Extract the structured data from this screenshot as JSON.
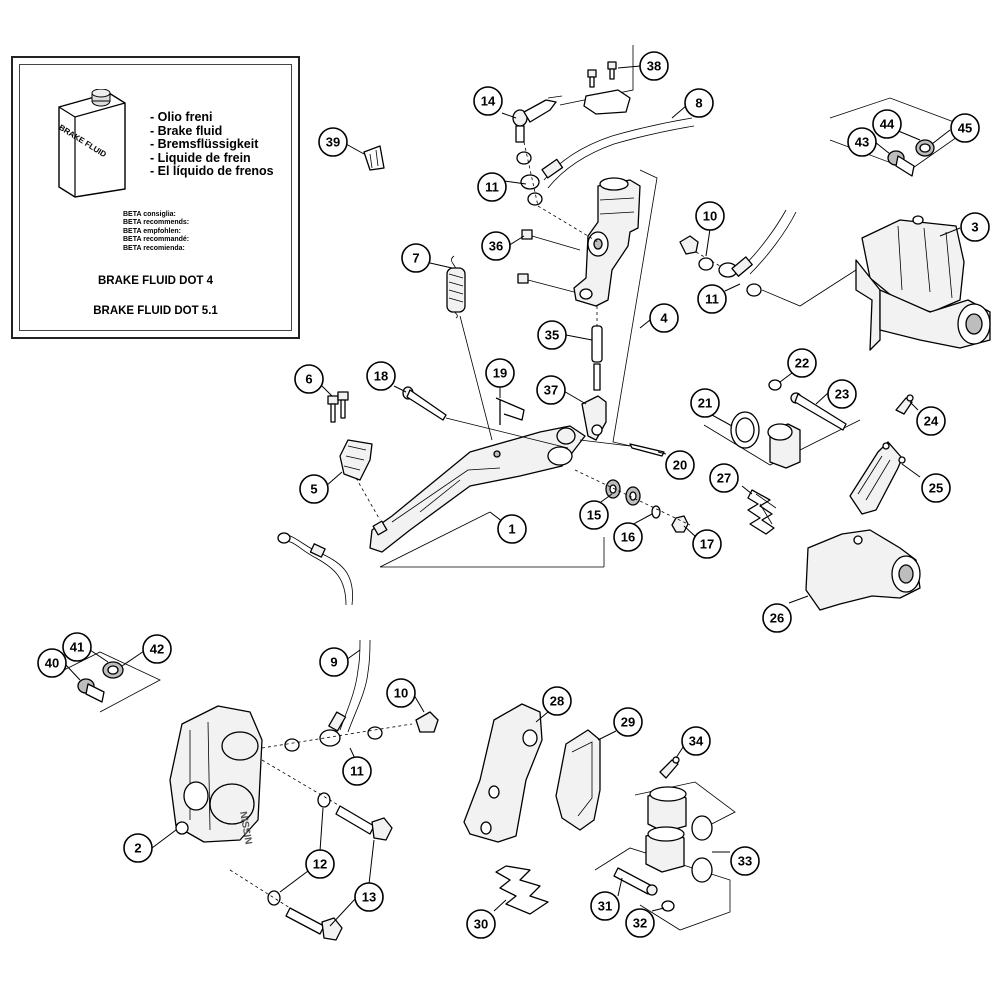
{
  "info_box": {
    "can_label": "BRAKE FLUID",
    "languages": [
      "- Olio freni",
      "- Brake fluid",
      "- Bremsflüssigkeit",
      "- Liquide de frein",
      "- El líquido de frenos"
    ],
    "recommends": [
      "BETA consiglia:",
      "BETA recommends:",
      "BETA empfohlen:",
      "BETA recommandé:",
      "BETA recomienda:"
    ],
    "spec_1": "BRAKE FLUID DOT 4",
    "spec_2": "BRAKE FLUID DOT 5.1"
  },
  "callouts": [
    "1",
    "2",
    "3",
    "4",
    "5",
    "6",
    "7",
    "8",
    "9",
    "10",
    "10",
    "11",
    "11",
    "11",
    "12",
    "13",
    "14",
    "15",
    "16",
    "17",
    "18",
    "19",
    "20",
    "21",
    "22",
    "23",
    "24",
    "25",
    "26",
    "27",
    "28",
    "29",
    "30",
    "31",
    "32",
    "33",
    "34",
    "35",
    "36",
    "37",
    "38",
    "39",
    "40",
    "41",
    "42",
    "43",
    "44",
    "45"
  ],
  "icons": {
    "fluid_can": "brake-fluid-can-icon"
  }
}
